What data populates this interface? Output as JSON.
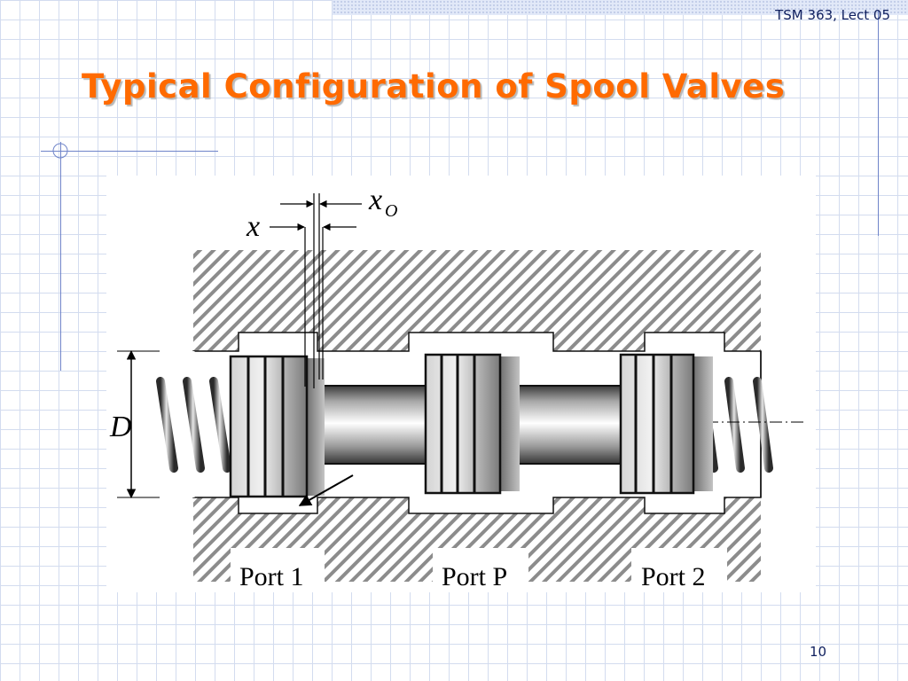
{
  "slide": {
    "header": "TSM 363, Lect 05",
    "title": "Typical Configuration of Spool Valves",
    "page_number": "10"
  },
  "diagram": {
    "labels": {
      "x": "x",
      "x_o": "x",
      "x_o_sub": "O",
      "d": "D"
    },
    "ports": [
      "Port 1",
      "Port P",
      "Port 2"
    ]
  }
}
